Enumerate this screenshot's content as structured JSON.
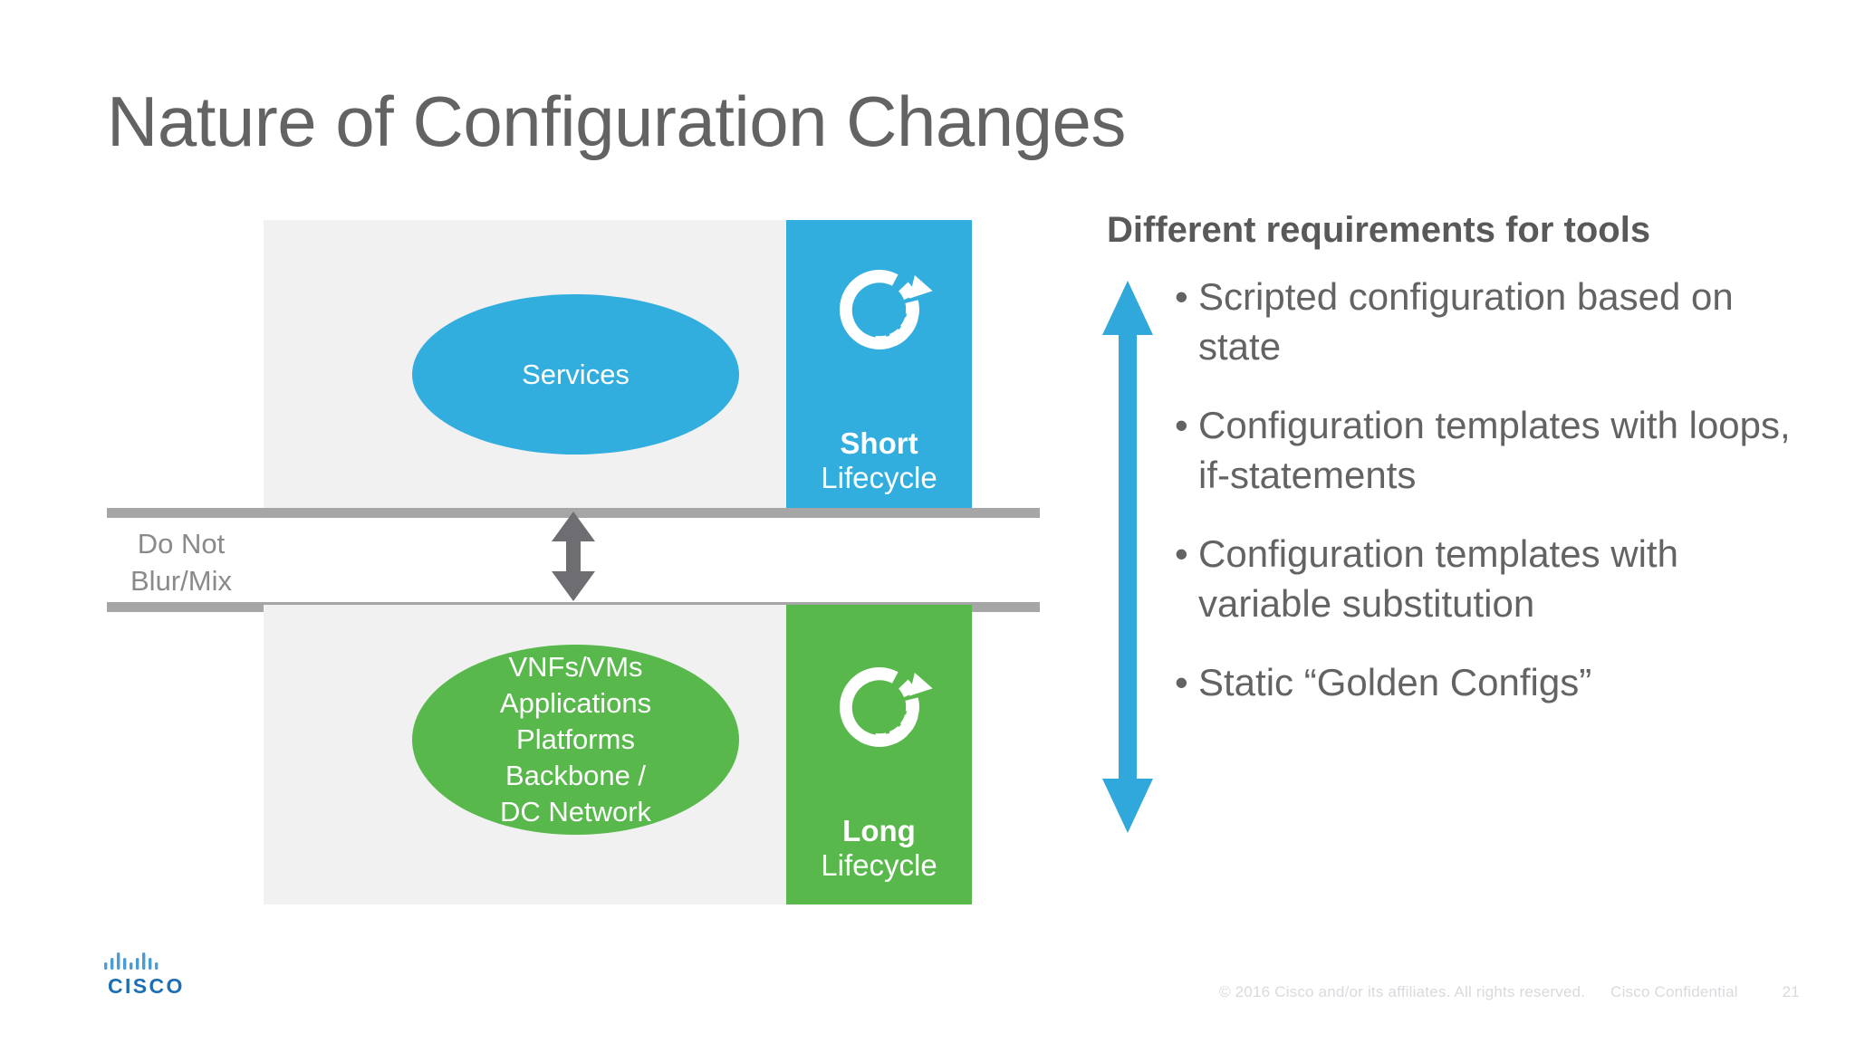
{
  "slide": {
    "title": "Nature of Configuration Changes",
    "page_number": "21",
    "footer": {
      "copyright": "© 2016  Cisco and/or its affiliates. All rights reserved.",
      "confidential": "Cisco Confidential"
    },
    "logo": {
      "wordmark": "CISCO",
      "name": "cisco-logo"
    }
  },
  "diagram": {
    "top": {
      "ellipse_label": "Services",
      "ellipse_color": "#31ADDE",
      "column_color": "#31ADDE",
      "lifecycle_strong": "Short",
      "lifecycle_light": "Lifecycle",
      "icon": "circular-refresh-icon"
    },
    "bottom": {
      "ellipse_lines": [
        "VNFs/VMs",
        "Applications",
        "Platforms",
        "Backbone /",
        "DC Network"
      ],
      "ellipse_color": "#59B84C",
      "column_color": "#59B84C",
      "lifecycle_strong": "Long",
      "lifecycle_light": "Lifecycle",
      "icon": "circular-refresh-icon"
    },
    "divider": {
      "note_line1": "Do Not",
      "note_line2": "Blur/Mix",
      "bar_color": "#a6a6a6",
      "arrow_icon": "double-headed-vertical-arrow-icon"
    },
    "panel_background": "#f1f1f1"
  },
  "requirements": {
    "heading": "Different requirements for tools",
    "arrow_icon": "double-headed-vertical-arrow-icon",
    "arrow_color": "#31ADDE",
    "bullet_marker": "•",
    "items": [
      "Scripted configuration based on state",
      "Configuration templates with loops, if-statements",
      "Configuration templates with variable substitution",
      "Static “Golden Configs”"
    ]
  }
}
